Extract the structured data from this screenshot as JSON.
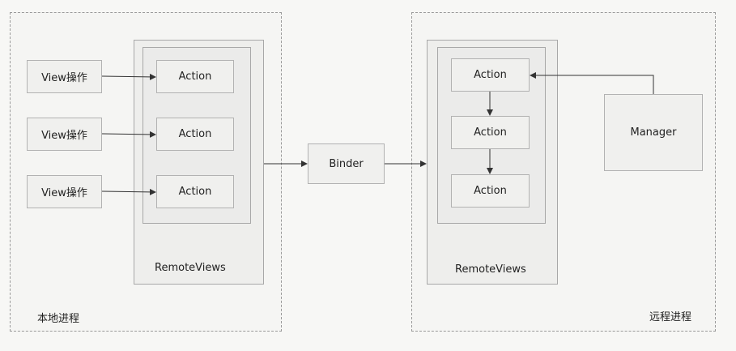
{
  "local_process": {
    "title": "本地进程",
    "view_ops": [
      "View操作",
      "View操作",
      "View操作"
    ],
    "remote_views": {
      "label": "RemoteViews",
      "actions": [
        "Action",
        "Action",
        "Action"
      ]
    }
  },
  "binder": {
    "label": "Binder"
  },
  "remote_process": {
    "title": "远程进程",
    "remote_views": {
      "label": "RemoteViews",
      "actions": [
        "Action",
        "Action",
        "Action"
      ]
    },
    "manager": {
      "label": "Manager"
    }
  }
}
